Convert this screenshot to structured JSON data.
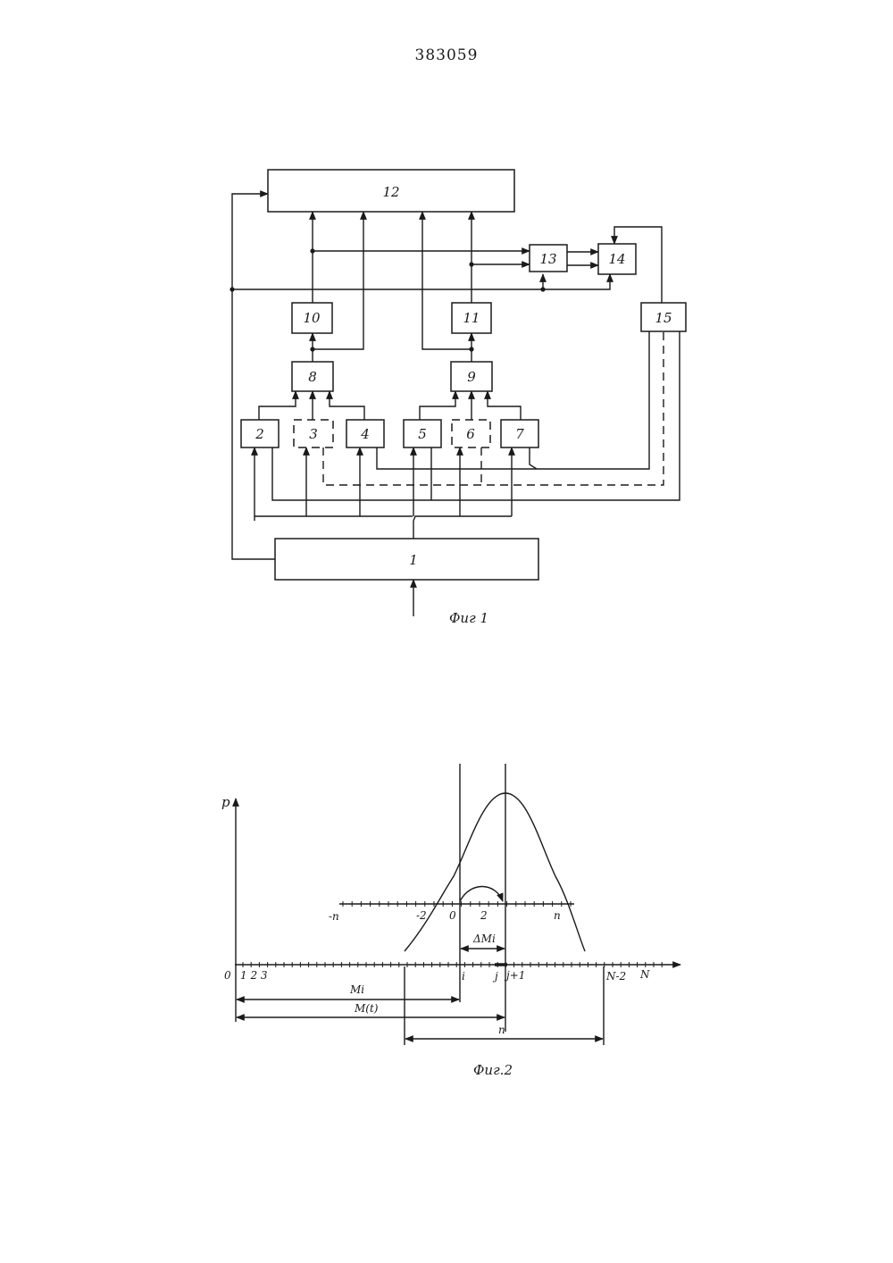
{
  "page_number": "383059",
  "figure1": {
    "caption": "Фиг 1",
    "blocks": [
      {
        "id": "b1",
        "label": "1"
      },
      {
        "id": "b2",
        "label": "2"
      },
      {
        "id": "b3",
        "label": "3",
        "style": "dashed"
      },
      {
        "id": "b4",
        "label": "4"
      },
      {
        "id": "b5",
        "label": "5"
      },
      {
        "id": "b6",
        "label": "6",
        "style": "dashed"
      },
      {
        "id": "b7",
        "label": "7"
      },
      {
        "id": "b8",
        "label": "8"
      },
      {
        "id": "b9",
        "label": "9"
      },
      {
        "id": "b10",
        "label": "10"
      },
      {
        "id": "b11",
        "label": "11"
      },
      {
        "id": "b12",
        "label": "12"
      },
      {
        "id": "b13",
        "label": "13"
      },
      {
        "id": "b14",
        "label": "14"
      },
      {
        "id": "b15",
        "label": "15"
      }
    ]
  },
  "figure2": {
    "caption": "Фиг.2",
    "p_axis_label": "p",
    "main_axis": {
      "label": "N",
      "labels": {
        "origin": "0",
        "ticks": "1 2 3",
        "i": "i",
        "j": "j",
        "j_plus_1": "j+1",
        "n_minus_2": "N-2"
      }
    },
    "local_axis": {
      "labels": {
        "neg_n": "-n",
        "neg_2": "-2",
        "zero": "0",
        "two": "2",
        "pos_n": "n"
      }
    },
    "dimensions": {
      "delta_m": "ΔMi",
      "m_i": "Mi",
      "m_t": "M(t)",
      "n": "n"
    }
  }
}
